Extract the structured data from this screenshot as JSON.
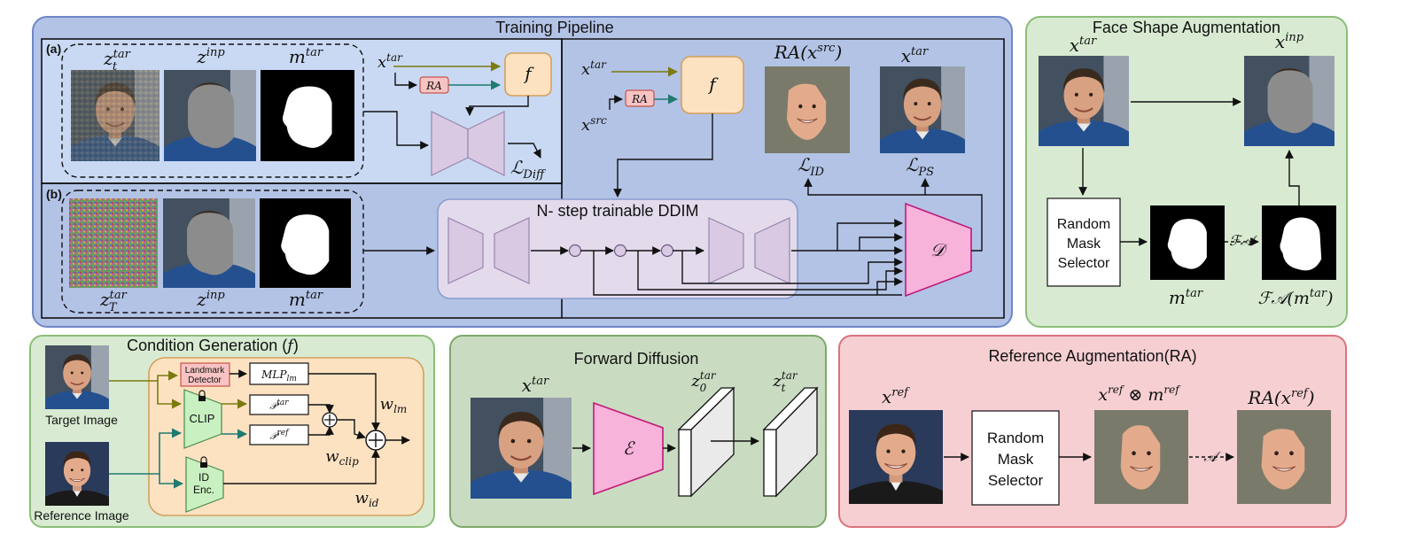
{
  "colors": {
    "pipeline_bg": "#b3c3e6",
    "pipeline_border": "#6f86c6",
    "green_bg": "#d8ebd2",
    "green_border": "#8cbd78",
    "forward_bg": "#c9dcc1",
    "forward_border": "#7ea86a",
    "ra_bg": "#f6cfd3",
    "ra_border": "#d9737d",
    "orange_bg": "#fde2c2",
    "orange_border": "#d4a05a",
    "ddim_bg": "#e3dbec",
    "encoder_pink": "#f7b3d9",
    "encoder_border": "#c2187a",
    "unet_fill": "#d9c9e3",
    "clip_green": "#c8f0c0",
    "ra_box": "#f7c3c3",
    "arrow_olive": "#7a7a10",
    "arrow_teal": "#1f7a70"
  },
  "training": {
    "title": "Training Pipeline",
    "panel_a_tag": "(a)",
    "panel_b_tag": "(b)",
    "a": {
      "img1": "z_t^tar",
      "img2": "z^inp",
      "img3": "m^tar",
      "x_tar": "x^tar",
      "ra": "RA",
      "f": "f",
      "loss": "L_Diff"
    },
    "b": {
      "img1": "z_T^tar",
      "img2": "z^inp",
      "img3": "m^tar"
    },
    "right": {
      "x_tar": "x^tar",
      "x_src": "x^src",
      "ra": "RA",
      "f": "f",
      "ra_img": "RA(x^src)",
      "xtar_img": "x^tar",
      "loss_id": "L_ID",
      "loss_ps": "L_PS",
      "ddim": "N- step trainable DDIM",
      "decoder": "D"
    }
  },
  "face_shape": {
    "title": "Face Shape Augmentation",
    "x_tar": "x^tar",
    "x_inp": "x^inp",
    "selector": [
      "Random",
      "Mask",
      "Selector"
    ],
    "m_tar": "m^tar",
    "fa_arrow": "FA",
    "fa_m": "FA(m^tar)"
  },
  "condition": {
    "title": "Condition Generation (",
    "title_f": "f",
    "title_close": ")",
    "target_label": "Target Image",
    "reference_label": "Reference Image",
    "landmark": [
      "Landmark",
      "Detector"
    ],
    "clip": "CLIP",
    "id_enc": [
      "ID",
      "Enc."
    ],
    "mlp": "MLP_lm",
    "p_tar": "P^tar",
    "p_ref": "P^ref",
    "w_lm": "w_lm",
    "w_clip": "w_clip",
    "w_id": "w_id"
  },
  "forward": {
    "title": "Forward Diffusion",
    "x_tar": "x^tar",
    "encoder": "E",
    "z0": "z_0^tar",
    "zt": "z_t^tar"
  },
  "ref_aug": {
    "title": "Reference Augmentation(RA)",
    "x_ref": "x^ref",
    "selector": [
      "Random",
      "Mask",
      "Selector"
    ],
    "masked": "x^ref ⊗ m^ref",
    "a_arrow": "A",
    "out": "RA(x^ref)"
  }
}
